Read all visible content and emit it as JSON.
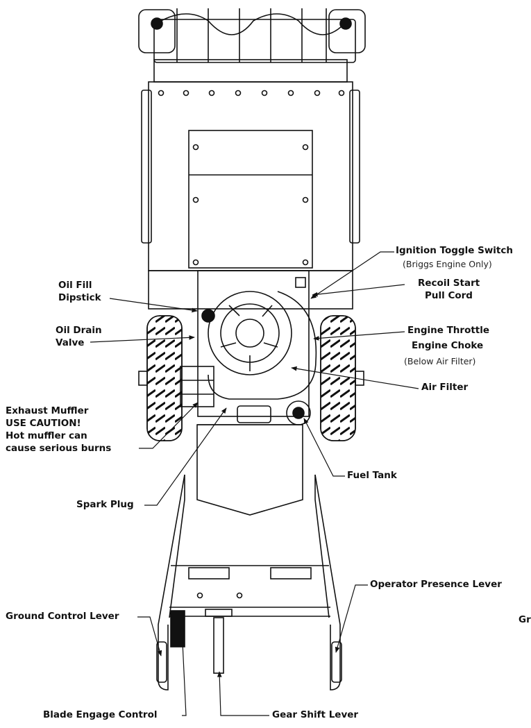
{
  "labels": {
    "ignition_toggle_switch": "Ignition Toggle Switch",
    "briggs_engine_only": "(Briggs Engine Only)",
    "oil_fill": "Oil Fill",
    "dipstick": "Dipstick",
    "recoil_start": "Recoil Start",
    "pull_cord": "Pull Cord",
    "oil_drain": "Oil Drain",
    "valve": "Valve",
    "engine_throttle": "Engine Throttle",
    "engine_choke": "Engine Choke",
    "below_air_filter": "(Below Air Filter)",
    "air_filter": "Air Filter",
    "exhaust_muffler": "Exhaust Muffler",
    "use_caution": "USE CAUTION!",
    "hot_muffler_can": "Hot muffler can",
    "cause_serious_burns": "cause serious burns",
    "fuel_tank": "Fuel Tank",
    "spark_plug": "Spark Plug",
    "operator_presence_lever": "Operator Presence Lever",
    "ground_control_lever": "Ground Control Lever",
    "gr_clipped": "Gr",
    "blade_engage_control": "Blade Engage Control",
    "gear_shift_lever": "Gear Shift Lever"
  }
}
